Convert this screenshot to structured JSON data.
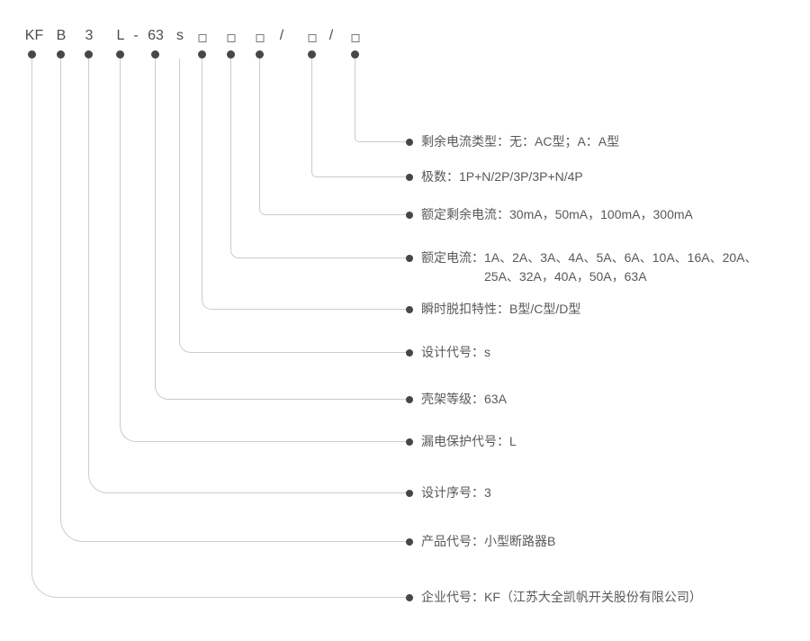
{
  "model_code": {
    "tokens": [
      {
        "text": "KF"
      },
      {
        "text": "B"
      },
      {
        "text": "3"
      },
      {
        "text": "L"
      },
      {
        "text": "-"
      },
      {
        "text": "63"
      },
      {
        "text": "s"
      },
      {
        "box": true
      },
      {
        "box": true
      },
      {
        "box": true
      },
      {
        "text": "/"
      },
      {
        "box": true
      },
      {
        "text": "/"
      },
      {
        "box": true
      }
    ]
  },
  "labels": [
    {
      "text": "剩余电流类型：无：AC型；A：A型"
    },
    {
      "text": "极数：1P+N/2P/3P/3P+N/4P"
    },
    {
      "text": "额定剩余电流：30mA，50mA，100mA，300mA"
    },
    {
      "line1": "额定电流：1A、2A、3A、4A、5A、6A、10A、16A、20A、",
      "line2": "25A、32A，40A，50A，63A"
    },
    {
      "text": "瞬时脱扣特性：B型/C型/D型"
    },
    {
      "text": "设计代号：s"
    },
    {
      "text": "壳架等级：63A"
    },
    {
      "text": "漏电保护代号：L"
    },
    {
      "text": "设计序号：3"
    },
    {
      "text": "产品代号：小型断路器B"
    },
    {
      "text": "企业代号：KF（江苏大全凯帆开关股份有限公司）"
    }
  ],
  "colors": {
    "line": "#cccccc",
    "dot": "#474747",
    "text": "#595959",
    "code_text": "#4d4d4d",
    "box_border": "#7a7a7a"
  }
}
